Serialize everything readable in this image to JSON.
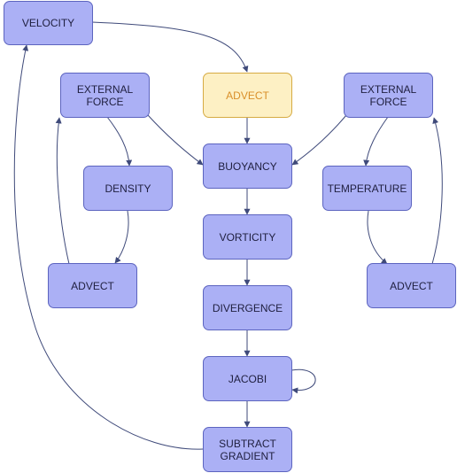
{
  "colors": {
    "node_fill": "#abb0f5",
    "node_border": "#5c64bf",
    "highlight_fill": "#fdf0c4",
    "highlight_border": "#d6ab43",
    "highlight_text": "#d98f2a",
    "edge": "#3f4a7a"
  },
  "nodes": {
    "velocity": "VELOCITY",
    "advect_top": "ADVECT",
    "external_force_left": "EXTERNAL\nFORCE",
    "external_force_right": "EXTERNAL\nFORCE",
    "buoyancy": "BUOYANCY",
    "density": "DENSITY",
    "temperature": "TEMPERATURE",
    "vorticity": "VORTICITY",
    "advect_left": "ADVECT",
    "advect_right": "ADVECT",
    "divergence": "DIVERGENCE",
    "jacobi": "JACOBI",
    "subtract_gradient": "SUBTRACT\nGRADIENT"
  },
  "edges": [
    {
      "from": "velocity",
      "to": "advect_top"
    },
    {
      "from": "advect_top",
      "to": "buoyancy"
    },
    {
      "from": "external_force_left",
      "to": "buoyancy"
    },
    {
      "from": "external_force_right",
      "to": "buoyancy"
    },
    {
      "from": "external_force_left",
      "to": "density"
    },
    {
      "from": "density",
      "to": "advect_left"
    },
    {
      "from": "advect_left",
      "to": "external_force_left"
    },
    {
      "from": "external_force_right",
      "to": "temperature"
    },
    {
      "from": "temperature",
      "to": "advect_right"
    },
    {
      "from": "advect_right",
      "to": "external_force_right"
    },
    {
      "from": "buoyancy",
      "to": "vorticity"
    },
    {
      "from": "vorticity",
      "to": "divergence"
    },
    {
      "from": "divergence",
      "to": "jacobi"
    },
    {
      "from": "jacobi",
      "to": "jacobi"
    },
    {
      "from": "jacobi",
      "to": "subtract_gradient"
    },
    {
      "from": "subtract_gradient",
      "to": "velocity"
    }
  ]
}
